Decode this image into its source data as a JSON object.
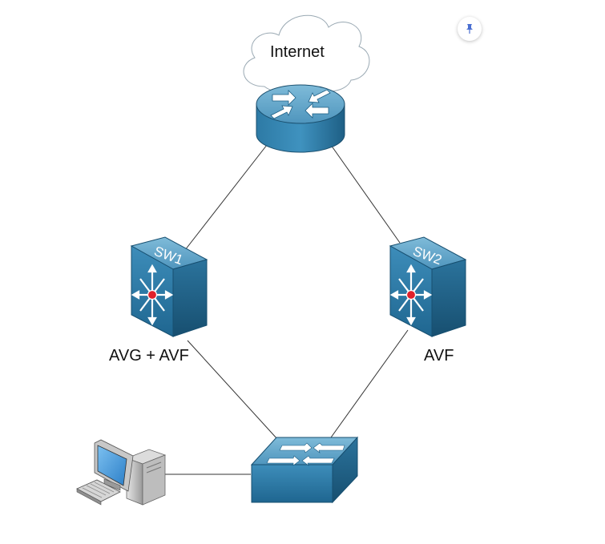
{
  "diagram": {
    "cloud": {
      "label": "Internet"
    },
    "switches": [
      {
        "id": "sw1",
        "label": "SW1",
        "role": "AVG + AVF"
      },
      {
        "id": "sw2",
        "label": "SW2",
        "role": "AVF"
      }
    ],
    "icons": {
      "pin": "pin-icon",
      "router": "router-icon",
      "multilayer_switch": "multilayer-switch-icon",
      "access_switch": "switch-icon",
      "pc": "pc-icon"
    },
    "colors": {
      "device_top": "#5ea3c8",
      "device_front": "#2f7aa8",
      "device_side": "#1f5f86",
      "link": "#333333",
      "pin": "#4a6fd1"
    }
  }
}
